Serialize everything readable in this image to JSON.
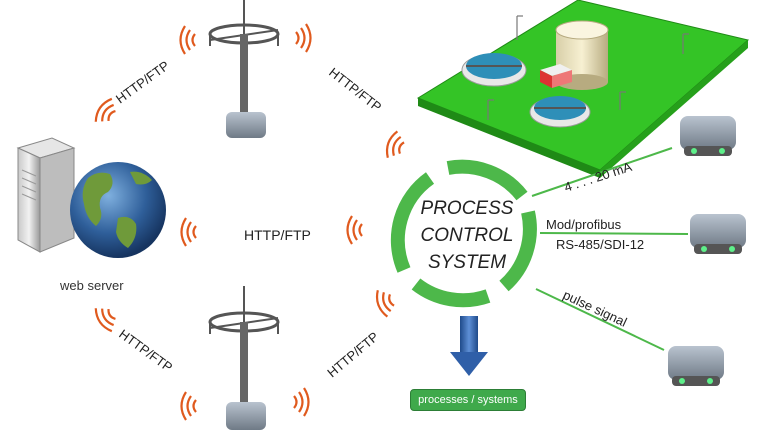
{
  "labels": {
    "http_top_left": "HTTP/FTP",
    "http_top_right": "HTTP/FTP",
    "http_middle": "HTTP/FTP",
    "http_bottom_left": "HTTP/FTP",
    "http_bottom_right": "HTTP/FTP",
    "web_server": "web server"
  },
  "control_system": {
    "line1": "PROCESS",
    "line2": "CONTROL",
    "line3": "SYSTEM"
  },
  "connections": {
    "analog": "4 . . . 20 mA",
    "modbus": "Mod/profibus",
    "rs485": "RS-485/SDI-12",
    "pulse": "pulse signal"
  },
  "output_button": "processes / systems",
  "colors": {
    "wave": "#e05a1e",
    "green_ring": "#4db84a",
    "ground": "#34c426",
    "arrow": "#2f5fa8",
    "button": "#3fa94b"
  }
}
